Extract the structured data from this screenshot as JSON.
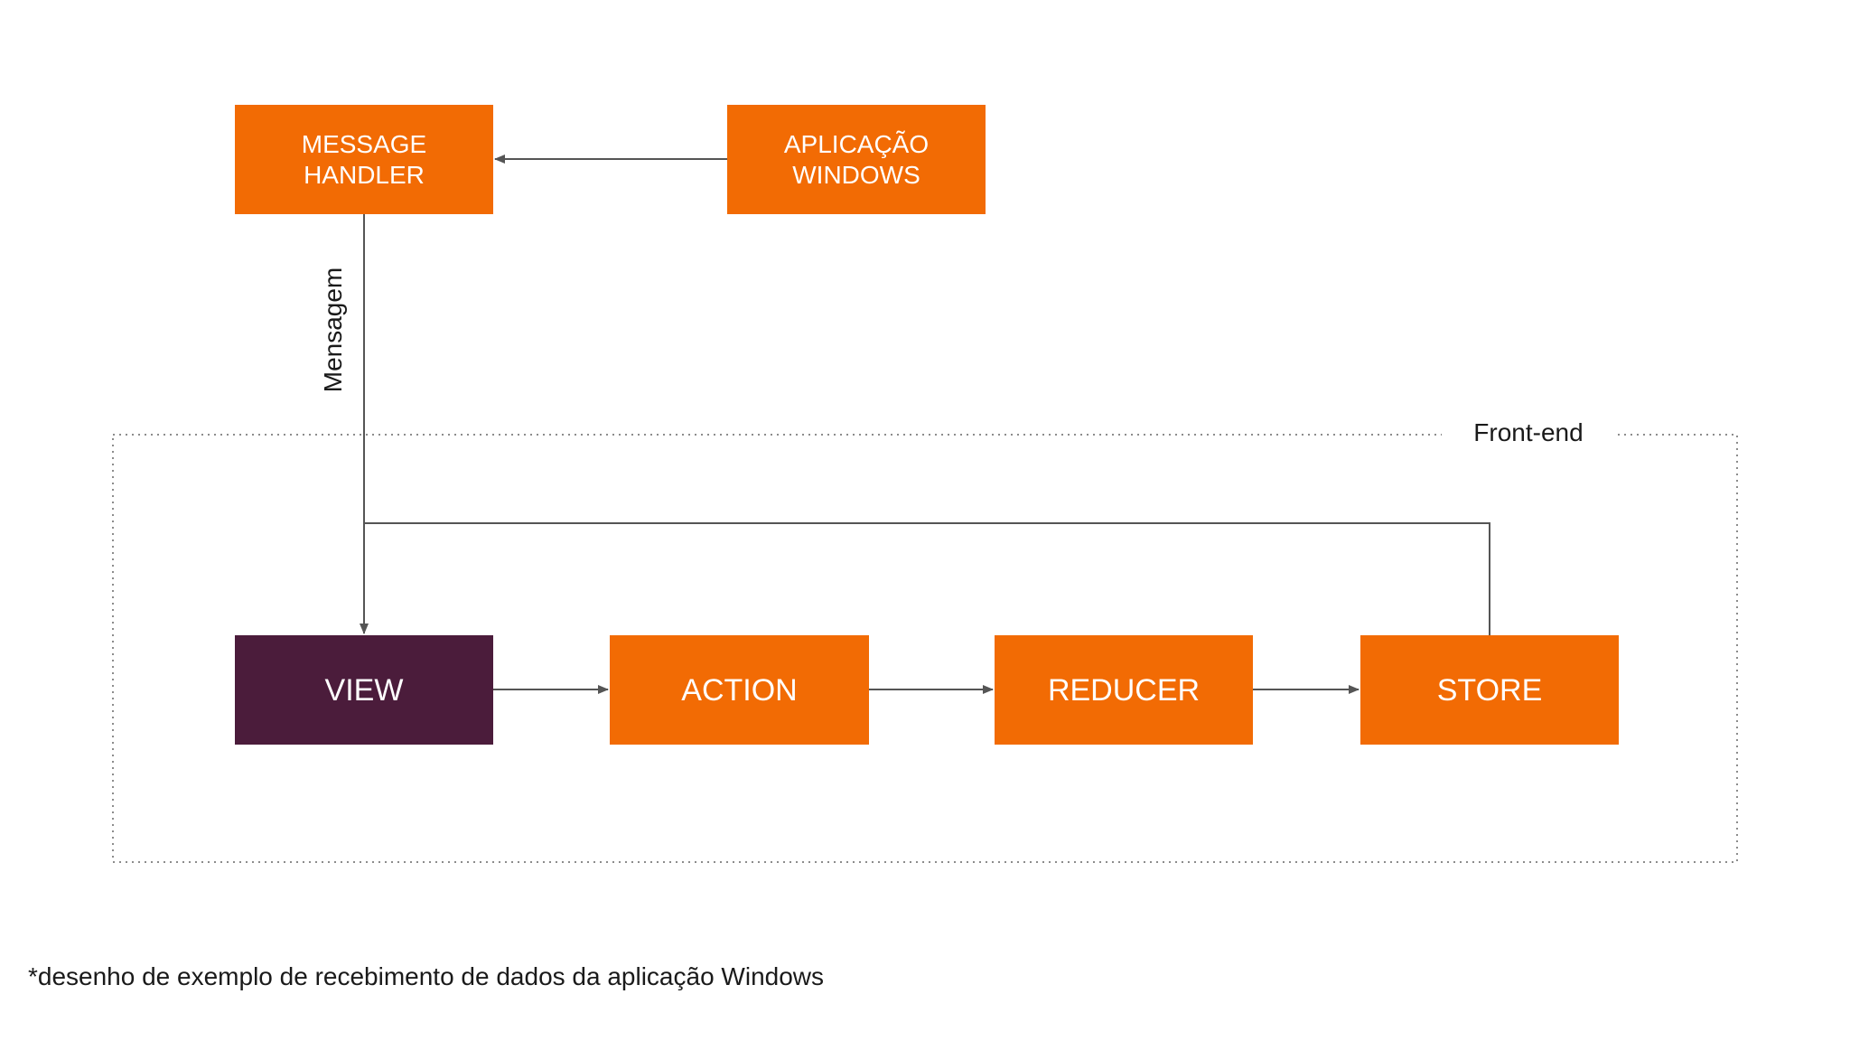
{
  "diagram": {
    "nodes": {
      "message_handler": {
        "line1": "MESSAGE",
        "line2": "HANDLER"
      },
      "aplicacao_windows": {
        "line1": "APLICAÇÃO",
        "line2": "WINDOWS"
      },
      "view": {
        "label": "VIEW"
      },
      "action": {
        "label": "ACTION"
      },
      "reducer": {
        "label": "REDUCER"
      },
      "store": {
        "label": "STORE"
      }
    },
    "group": {
      "label": "Front-end"
    },
    "edge_label": "Mensagem",
    "footnote": "*desenho de exemplo de recebimento de dados da aplicação Windows",
    "edges": [
      {
        "from": "APLICAÇÃO WINDOWS",
        "to": "MESSAGE HANDLER"
      },
      {
        "from": "MESSAGE HANDLER",
        "to": "VIEW",
        "label": "Mensagem"
      },
      {
        "from": "VIEW",
        "to": "ACTION"
      },
      {
        "from": "ACTION",
        "to": "REDUCER"
      },
      {
        "from": "REDUCER",
        "to": "STORE"
      },
      {
        "from": "STORE",
        "to": "VIEW"
      }
    ]
  },
  "colors": {
    "node_orange": "#f26b04",
    "node_plum": "#4b1c3b",
    "node_text": "#ffffff",
    "line": "#555555",
    "group_border": "#8c8c8c",
    "text": "#1a1a1a",
    "background": "#ffffff"
  }
}
